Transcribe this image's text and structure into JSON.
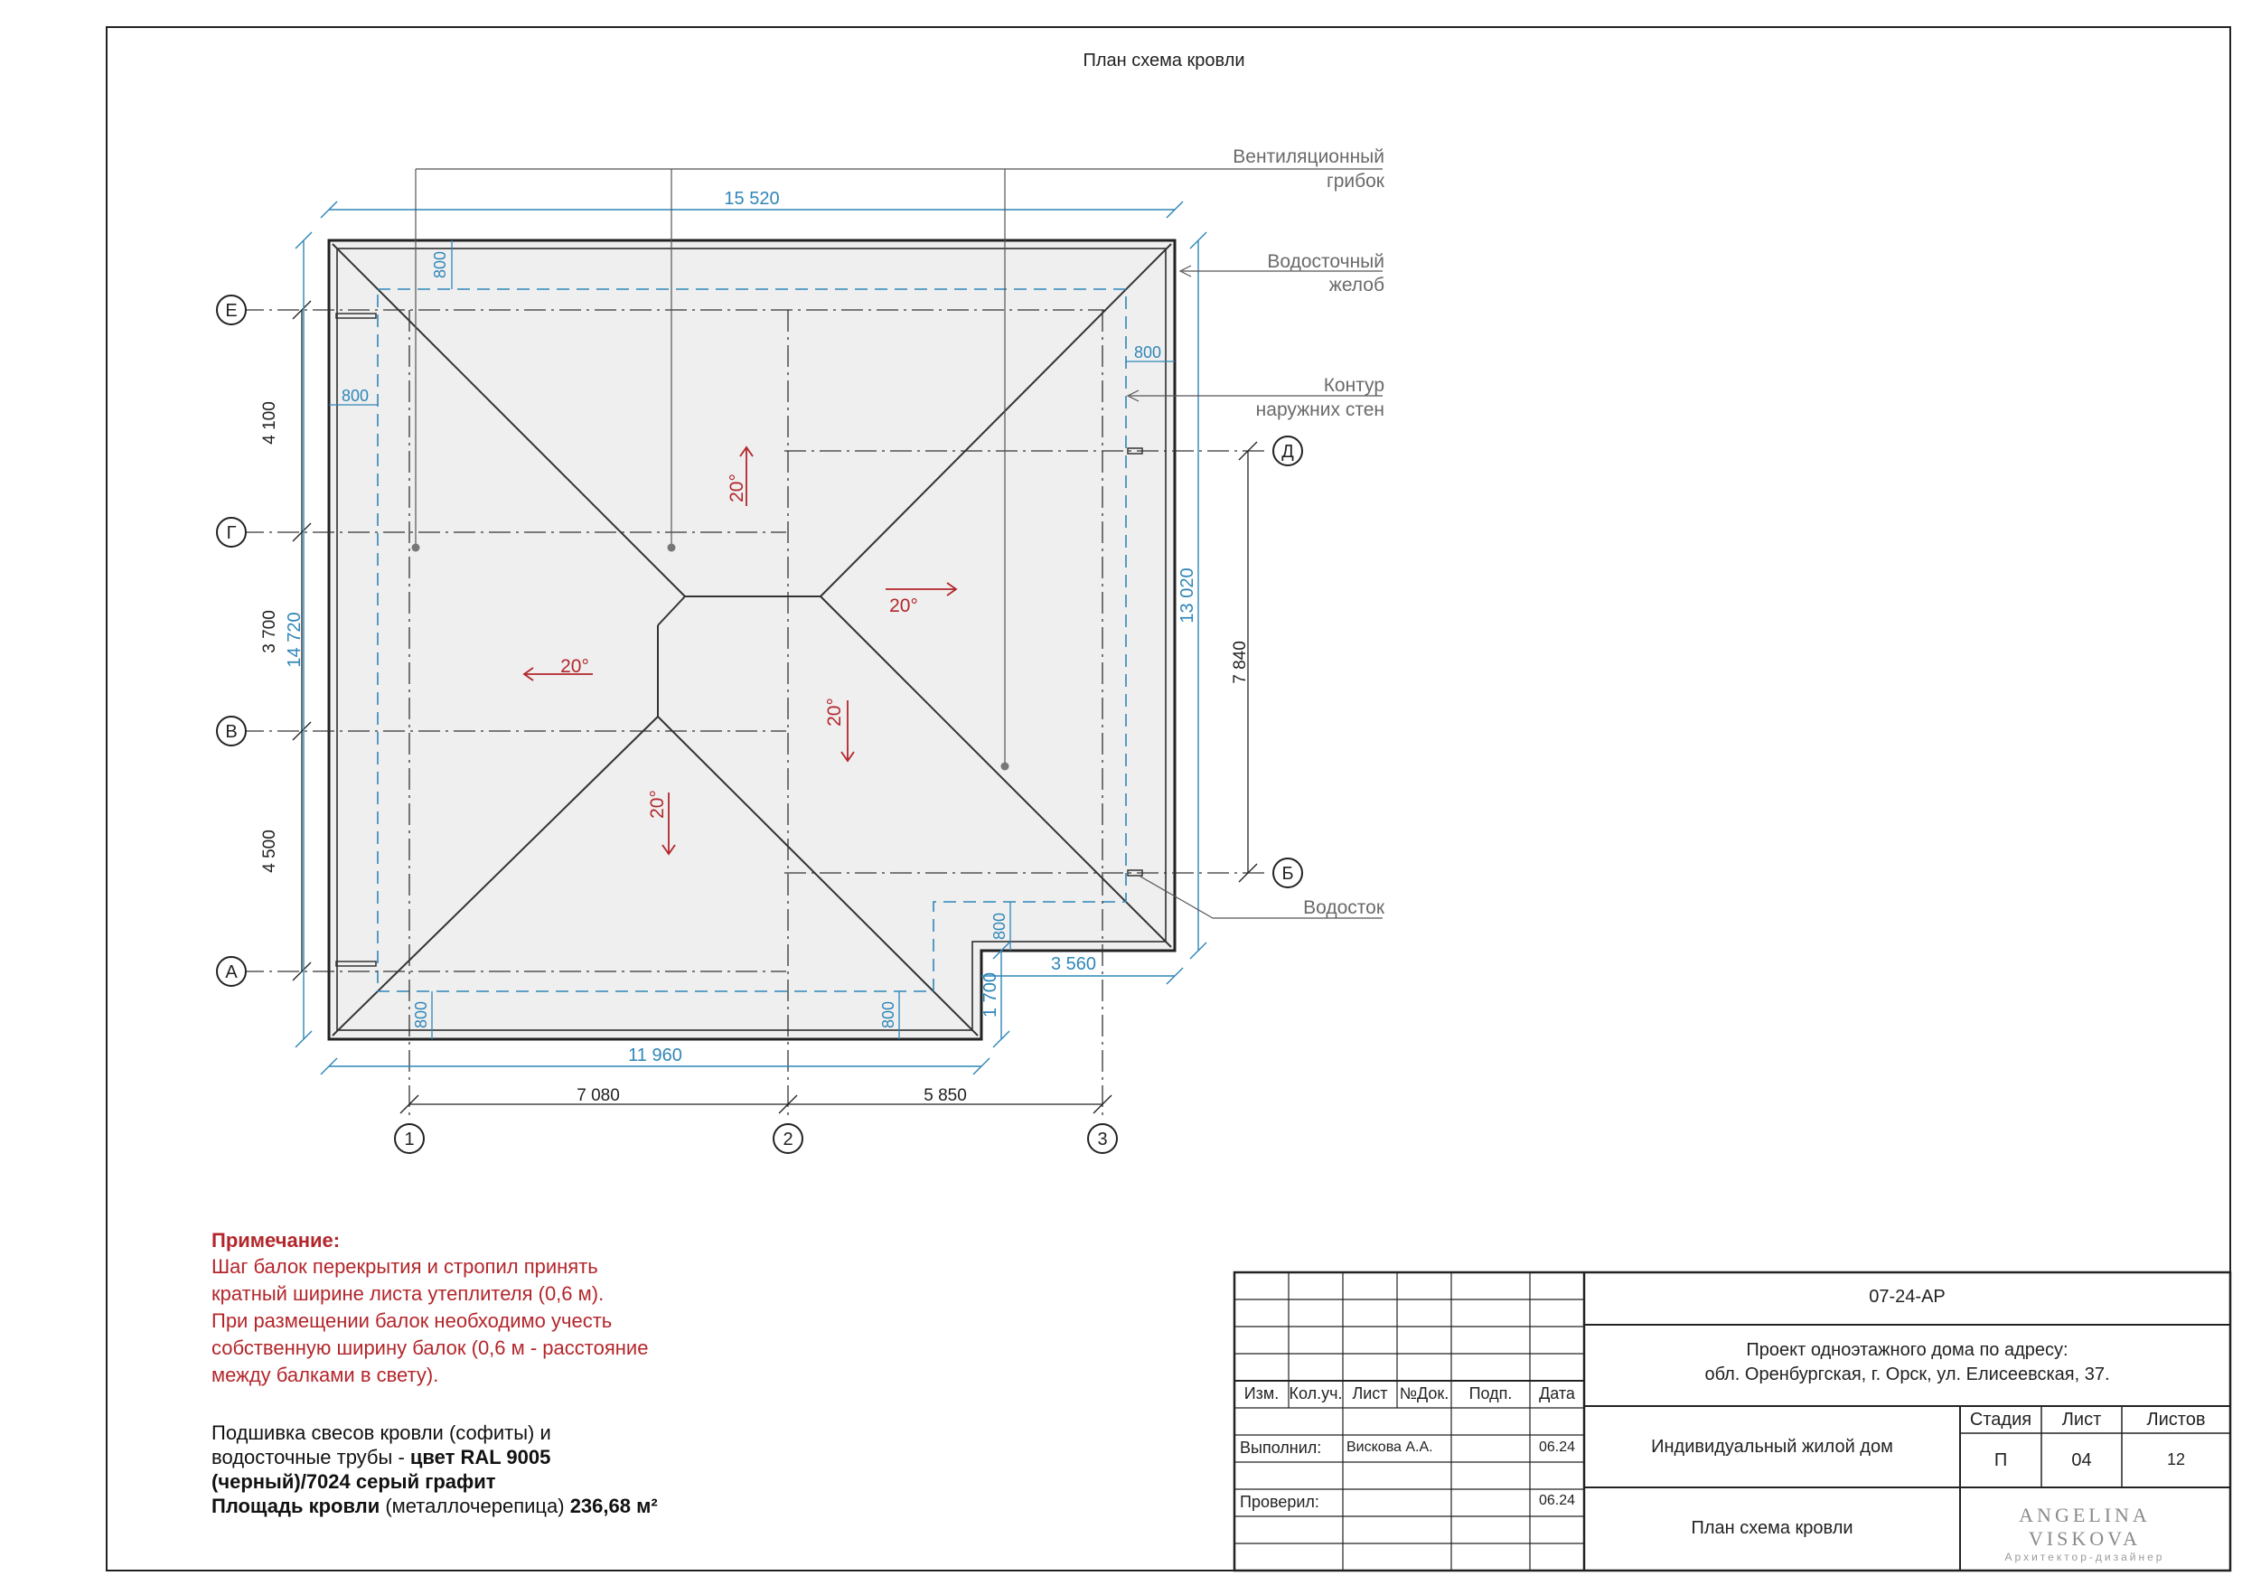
{
  "sheet_title": "План схема кровли",
  "callouts": {
    "vent": [
      "Вентиляционный",
      "грибок"
    ],
    "gutter": [
      "Водосточный",
      "желоб"
    ],
    "walls": [
      "Контур",
      "наружних стен"
    ],
    "downpipe": "Водосток"
  },
  "axes": {
    "rows": [
      "Е",
      "Г",
      "В",
      "А",
      "Д",
      "Б"
    ],
    "cols": [
      "1",
      "2",
      "3"
    ]
  },
  "dims": {
    "overall_top": "15 520",
    "overall_left": "14 720",
    "overall_right": "13 020",
    "overall_bottom": "11 960",
    "right_wing_width": "3 560",
    "right_wing_height": "1 700",
    "axis_left": [
      "4 100",
      "3 700",
      "4 500"
    ],
    "axis_right": "7 840",
    "axis_bottom": [
      "7 080",
      "5 850"
    ],
    "overhang": "800"
  },
  "slopes": [
    "20°",
    "20°",
    "20°",
    "20°",
    "20°"
  ],
  "note": {
    "heading": "Примечание:",
    "lines": [
      "Шаг балок перекрытия и стропил принять",
      "кратный ширине листа утеплителя (0,6 м).",
      "При размещении балок необходимо учесть",
      "собственную ширину балок (0,6 м - расстояние",
      "между балками в свету)."
    ]
  },
  "spec": {
    "line1": "Подшивка свесов кровли (софиты) и",
    "line2a": "водосточные трубы  - ",
    "line2b": "цвет RAL 9005",
    "line3": "(черный)/7024 серый графит",
    "line4a": "Площадь кровли",
    "line4b": " (металлочерепица) ",
    "line4c": "236,68 м²"
  },
  "title_block": {
    "code": "07-24-АР",
    "project_line1": "Проект одноэтажного дома по адресу:",
    "project_line2": "обл. Оренбургская, г.  Орск, ул. Елисеевская, 37.",
    "headers": [
      "Изм.",
      "Кол.уч.",
      "Лист",
      "№Док.",
      "Подп.",
      "Дата"
    ],
    "performed_label": "Выполнил:",
    "performed_name": "Вискова А.А.",
    "performed_date": "06.24",
    "checked_label": "Проверил:",
    "checked_date": "06.24",
    "building": "Индивидуальный жилой дом",
    "sheet_name": "План схема кровли",
    "stage_label": "Стадия",
    "sheet_label": "Лист",
    "sheets_label": "Листов",
    "stage": "П",
    "sheet_no": "04",
    "sheets_total": "12",
    "logo_name": "ANGELINA VISKOVA",
    "logo_sub": "Архитектор-дизайнер"
  }
}
